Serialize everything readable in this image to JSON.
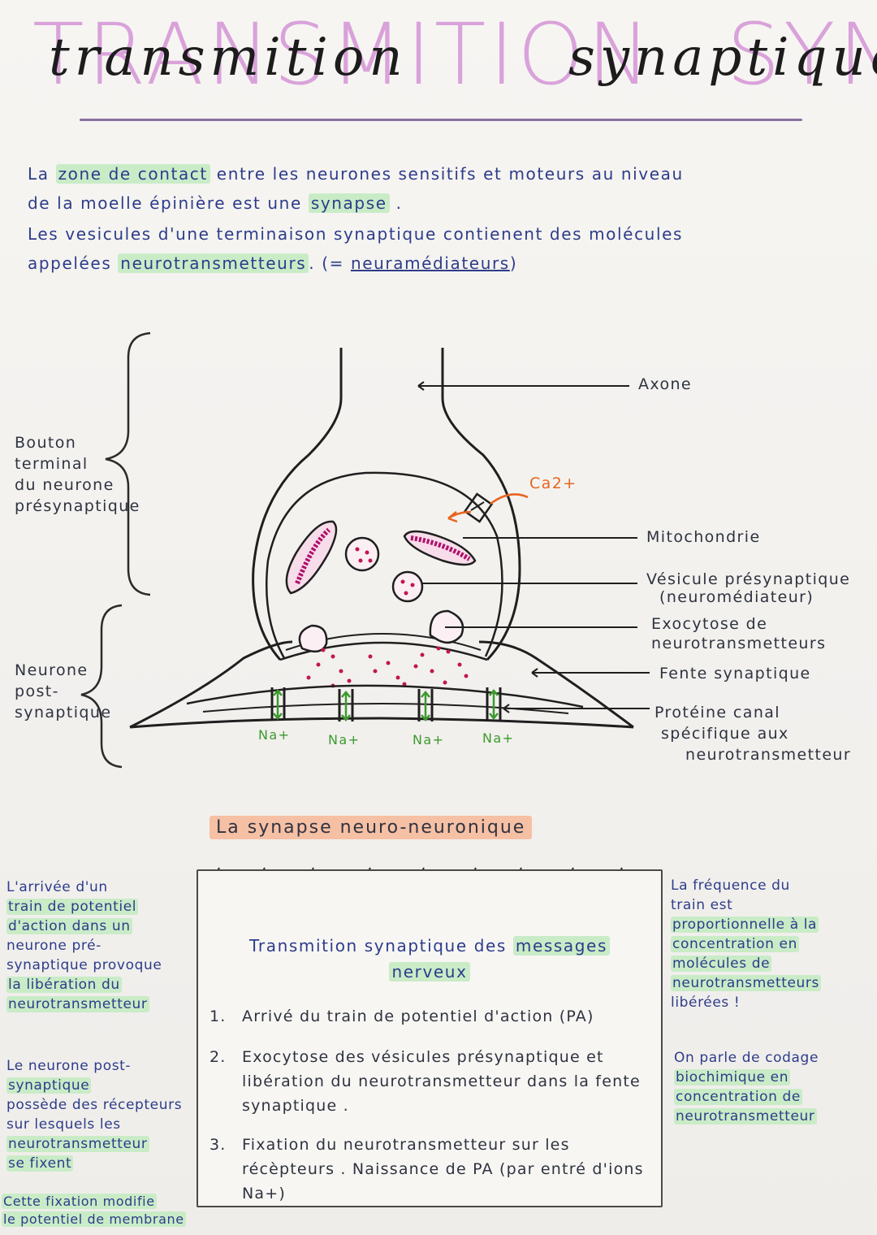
{
  "header": {
    "title_caps": [
      "TRANSMITION",
      "SYNAPTIQUE"
    ],
    "title_script": [
      "transmition",
      "synaptique"
    ]
  },
  "intro": {
    "line1_a": "La ",
    "line1_hl": "zone de contact",
    "line1_b": " entre les neurones sensitifs et moteurs au niveau",
    "line2_a": "de la moelle épinière est une ",
    "line2_hl": "synapse",
    "line2_b": " .",
    "line3": "Les vesicules d'une terminaison synaptique contienent des molécules",
    "line4_a": "appelées ",
    "line4_hl": "neurotransmetteurs",
    "line4_b": ". (= ",
    "line4_u": "neuramédiateurs",
    "line4_c": ")"
  },
  "diagram": {
    "left_labels": {
      "bouton": [
        "Bouton",
        "terminal",
        "du neurone",
        "présynaptique"
      ],
      "post": [
        "Neurone",
        "post-",
        "synaptique"
      ]
    },
    "right_labels": {
      "axone": "Axone",
      "mitochondrie": "Mitochondrie",
      "vesicule": [
        "Vésicule présynaptique",
        "(neuromédiateur)"
      ],
      "exocytose": [
        "Exocytose de",
        "neurotransmetteurs"
      ],
      "fente": "Fente synaptique",
      "proteine": [
        "Protéine canal",
        "spécifique aux",
        "neurotransmetteur"
      ]
    },
    "ca_label": "Ca2+",
    "na_labels": [
      "Na+",
      "Na+",
      "Na+",
      "Na+"
    ],
    "colors": {
      "outline": "#1f1f1f",
      "mitochondria": "#b0106a",
      "calcium": "#e8641e",
      "sodium": "#3c9a2e",
      "dots": "#c2164f"
    }
  },
  "section_title": "La synapse neuro-neuronique",
  "notebook": {
    "title_a": "Transmition synaptique des ",
    "title_hl": "messages",
    "title_b": "nerveux",
    "steps": [
      {
        "num": "1.",
        "text": "Arrivé du train de potentiel d'action (PA)"
      },
      {
        "num": "2.",
        "text": "Exocytose des vésicules présynaptique et libération du neurotransmetteur dans la fente synaptique ."
      },
      {
        "num": "3.",
        "text": "Fixation du neurotransmetteur sur les récèpteurs . Naissance de PA (par entré d'ions Na+)"
      }
    ]
  },
  "left_notes": {
    "note1": [
      "L'arrivée d'un",
      "train de potentiel",
      "d'action dans un",
      "neurone pré-",
      "synaptique provoque",
      "la libération du",
      "neurotransmetteur"
    ],
    "note2": [
      "Le neurone post-",
      "synaptique",
      "possède des récepteurs",
      "sur lesquels les",
      "neurotransmetteur",
      "se fixent"
    ],
    "note3": [
      "Cette fixation modifie",
      "le potentiel de membrane"
    ]
  },
  "right_notes": {
    "note1": [
      "La fréquence du",
      "train est",
      "proportionnelle à la",
      "concentration en",
      "molécules de",
      "neurotransmetteurs",
      "libérées !"
    ],
    "note2": [
      "On parle de codage",
      "biochimique en",
      "concentration de",
      "neurotransmetteur"
    ]
  }
}
